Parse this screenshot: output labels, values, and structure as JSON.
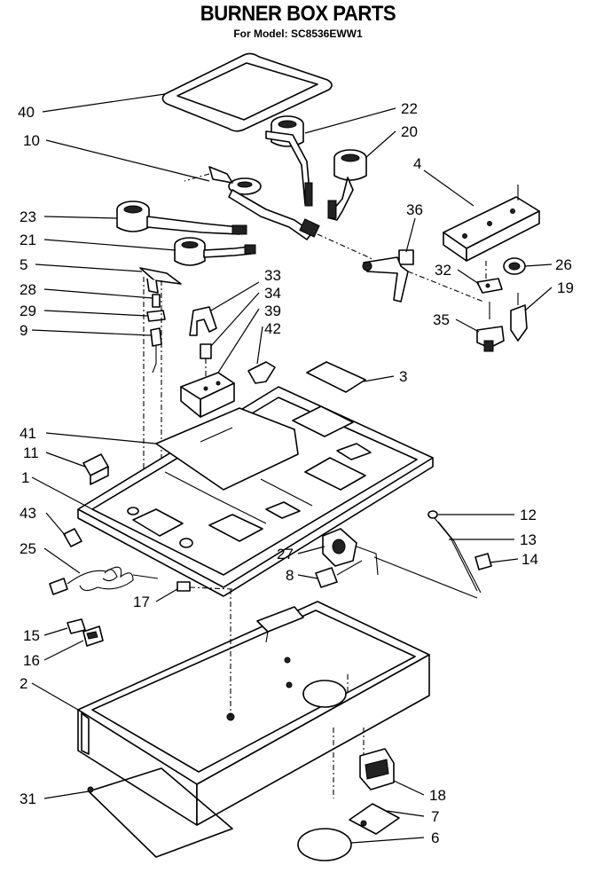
{
  "title": "BURNER BOX PARTS",
  "subtitle": "For Model: SC8536EWW1",
  "callouts": [
    {
      "id": "40",
      "text": "40"
    },
    {
      "id": "22",
      "text": "22"
    },
    {
      "id": "10",
      "text": "10"
    },
    {
      "id": "20",
      "text": "20"
    },
    {
      "id": "4",
      "text": "4"
    },
    {
      "id": "23",
      "text": "23"
    },
    {
      "id": "36",
      "text": "36"
    },
    {
      "id": "21",
      "text": "21"
    },
    {
      "id": "5",
      "text": "5"
    },
    {
      "id": "32",
      "text": "32"
    },
    {
      "id": "26",
      "text": "26"
    },
    {
      "id": "33",
      "text": "33"
    },
    {
      "id": "28",
      "text": "28"
    },
    {
      "id": "19",
      "text": "19"
    },
    {
      "id": "34",
      "text": "34"
    },
    {
      "id": "29",
      "text": "29"
    },
    {
      "id": "39",
      "text": "39"
    },
    {
      "id": "35",
      "text": "35"
    },
    {
      "id": "9",
      "text": "9"
    },
    {
      "id": "42",
      "text": "42"
    },
    {
      "id": "3",
      "text": "3"
    },
    {
      "id": "41",
      "text": "41"
    },
    {
      "id": "11",
      "text": "11"
    },
    {
      "id": "1",
      "text": "1"
    },
    {
      "id": "43",
      "text": "43"
    },
    {
      "id": "12",
      "text": "12"
    },
    {
      "id": "13",
      "text": "13"
    },
    {
      "id": "25",
      "text": "25"
    },
    {
      "id": "27",
      "text": "27"
    },
    {
      "id": "14",
      "text": "14"
    },
    {
      "id": "8",
      "text": "8"
    },
    {
      "id": "17",
      "text": "17"
    },
    {
      "id": "15",
      "text": "15"
    },
    {
      "id": "16",
      "text": "16"
    },
    {
      "id": "2",
      "text": "2"
    },
    {
      "id": "18",
      "text": "18"
    },
    {
      "id": "31",
      "text": "31"
    },
    {
      "id": "7",
      "text": "7"
    },
    {
      "id": "6",
      "text": "6"
    }
  ]
}
